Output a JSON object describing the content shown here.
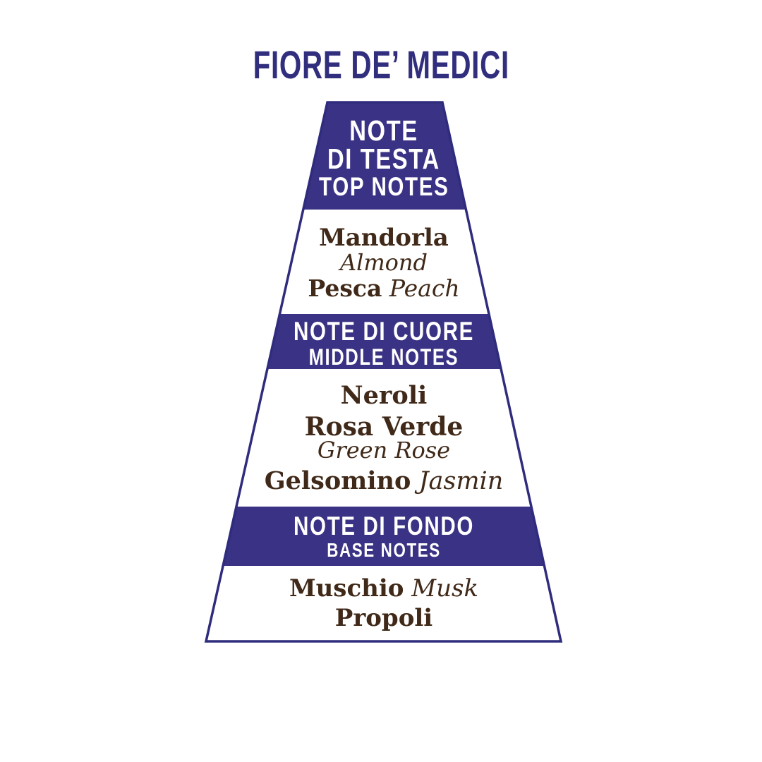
{
  "title": "FIORE DE’ MEDICI",
  "colors": {
    "background": "#ffffff",
    "band_blue": "#3a3284",
    "outline_blue": "#2f2c7d",
    "title_blue": "#312e7e",
    "note_brown": "#402918",
    "band_text": "#ffffff"
  },
  "pyramid": {
    "sections": [
      {
        "id": "top",
        "header_lines": [
          "NOTE",
          "DI TESTA"
        ],
        "header_en": "TOP NOTES",
        "notes": [
          {
            "bold": "Mandorla",
            "italic": ""
          },
          {
            "bold": "",
            "italic": "Almond"
          },
          {
            "bold": "Pesca",
            "italic": "Peach"
          }
        ]
      },
      {
        "id": "middle",
        "header_lines": [
          "NOTE DI CUORE"
        ],
        "header_en": "MIDDLE NOTES",
        "notes": [
          {
            "bold": "Neroli",
            "italic": ""
          },
          {
            "bold": "Rosa Verde",
            "italic": ""
          },
          {
            "bold": "",
            "italic": "Green Rose"
          },
          {
            "bold": "Gelsomino",
            "italic": "Jasmin"
          }
        ]
      },
      {
        "id": "base",
        "header_lines": [
          "NOTE DI FONDO"
        ],
        "header_en": "BASE NOTES",
        "notes": [
          {
            "bold": "Muschio",
            "italic": "Musk"
          },
          {
            "bold": "Propoli",
            "italic": ""
          }
        ]
      }
    ]
  }
}
